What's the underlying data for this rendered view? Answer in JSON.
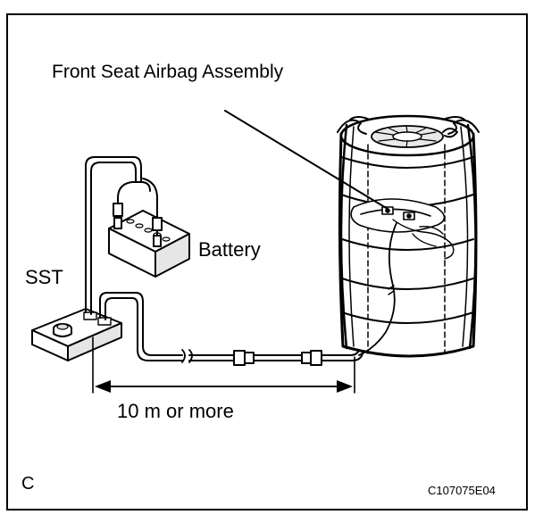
{
  "labels": {
    "title": "Front Seat Airbag Assembly",
    "battery": "Battery",
    "sst": "SST",
    "distance": "10 m or more",
    "corner": "C",
    "code": "C107075E04"
  },
  "colors": {
    "line": "#000000",
    "fill": "#ffffff",
    "shade": "#d9d9d9"
  }
}
